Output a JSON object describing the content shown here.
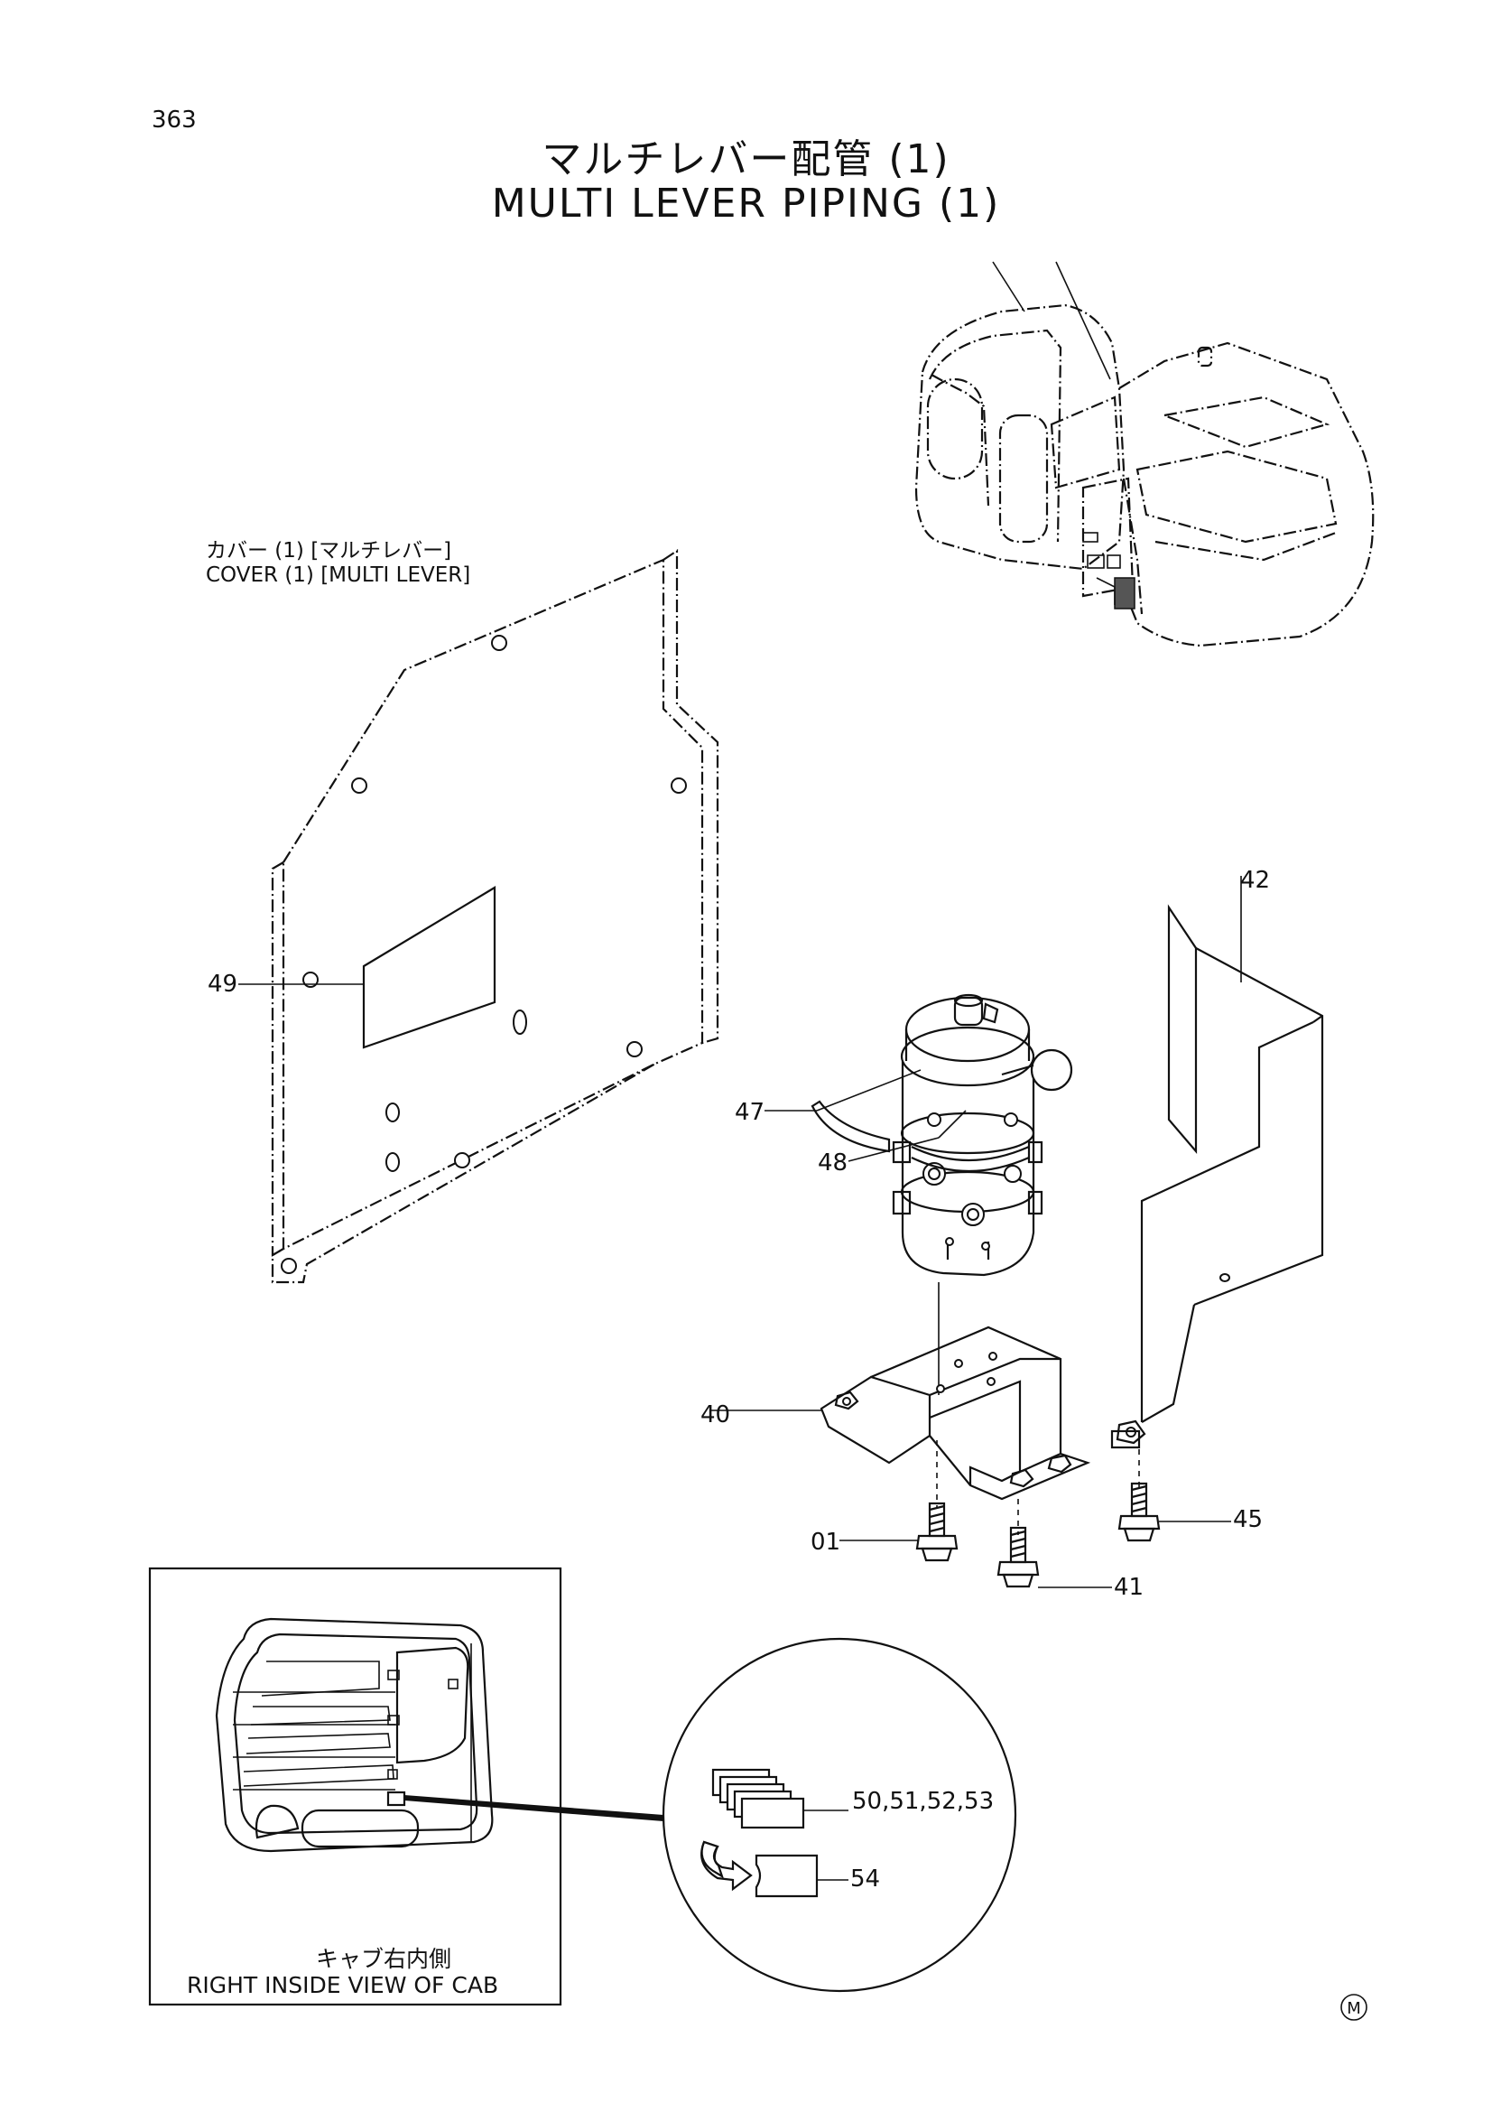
{
  "page": {
    "number": "363",
    "title_jp": "マルチレバー配管 (1)",
    "title_en": "MULTI LEVER PIPING (1)"
  },
  "cover": {
    "label_jp": "カバー (1) [マルチレバー]",
    "label_en": "COVER (1) [MULTI LEVER]"
  },
  "callouts": {
    "c42": "42",
    "c49": "49",
    "c47": "47",
    "c48": "48",
    "c40": "40",
    "c01": "01",
    "c45": "45",
    "c41": "41",
    "c50_53": "50,51,52,53",
    "c54": "54"
  },
  "inset": {
    "label_jp": "キャブ右内側",
    "label_en": "RIGHT INSIDE VIEW OF CAB"
  },
  "mark": "M"
}
